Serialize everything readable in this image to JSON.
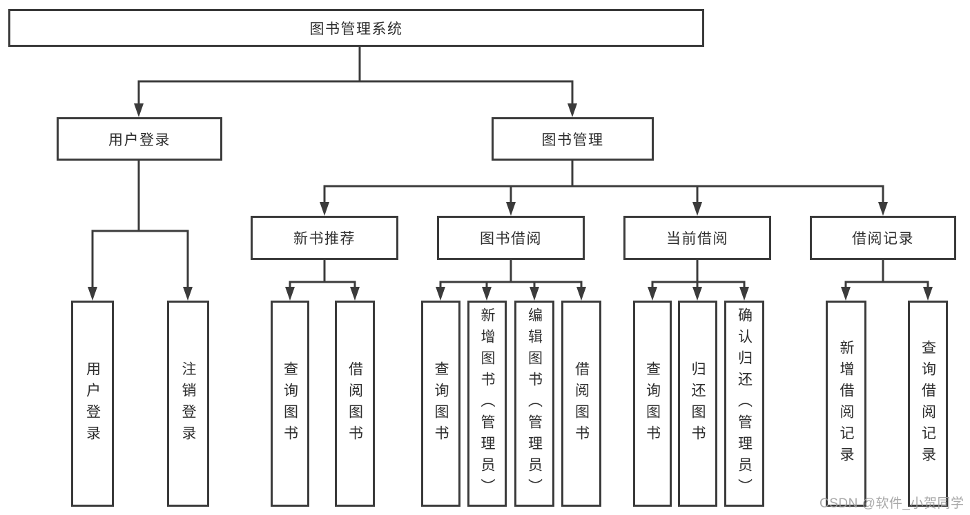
{
  "colors": {
    "line": "#3b3b3b",
    "box_border": "#3b3b3b",
    "box_background": "#ffffff",
    "text": "#2e2e2e",
    "watermark_text": "#9e9e9e"
  },
  "nodes": {
    "root": "图书管理系统",
    "user_login": "用户登录",
    "book_management": "图书管理",
    "new_book_recommend": "新书推荐",
    "book_borrowing": "图书借阅",
    "current_borrowing": "当前借阅",
    "borrowing_records": "借阅记录",
    "user_login_leaf": "用户登录",
    "logout_leaf": "注销登录",
    "nb_query_books": "查询图书",
    "nb_borrow_books": "借阅图书",
    "bb_query_books": "查询图书",
    "bb_add_books_admin": "新增图书（管理员）",
    "bb_edit_books_admin": "编辑图书（管理员）",
    "bb_borrow_books": "借阅图书",
    "cb_query_books": "查询图书",
    "cb_return_books": "归还图书",
    "cb_confirm_return_admin": "确认归还（管理员）",
    "br_add_record": "新增借阅记录",
    "br_query_record": "查询借阅记录"
  },
  "watermark": {
    "text": "CSDN @软件_小贺同学"
  }
}
